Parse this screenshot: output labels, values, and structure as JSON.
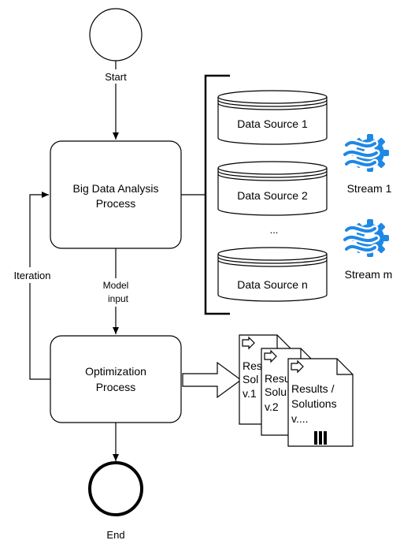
{
  "events": {
    "start_label": "Start",
    "end_label": "End"
  },
  "processes": {
    "big_data": [
      "Big Data Analysis",
      "Process"
    ],
    "optimization": [
      "Optimization",
      "Process"
    ]
  },
  "edges": {
    "model_input": [
      "Model",
      "input"
    ],
    "iteration": "Iteration"
  },
  "data_sources": {
    "source_1": "Data Source 1",
    "source_2": "Data Source 2",
    "ellipsis": "...",
    "source_n": "Data Source n"
  },
  "streams": {
    "stream_1": "Stream 1",
    "stream_m": "Stream m"
  },
  "results": {
    "doc_1": [
      "Res",
      "Sol",
      "v.1"
    ],
    "doc_2": [
      "Resu",
      "Solu",
      "v.2"
    ],
    "doc_3": [
      "Results /",
      "Solutions",
      "v...."
    ]
  },
  "colors": {
    "stroke": "#000000",
    "stream_icon": "#1e88e5",
    "background": "#ffffff"
  }
}
